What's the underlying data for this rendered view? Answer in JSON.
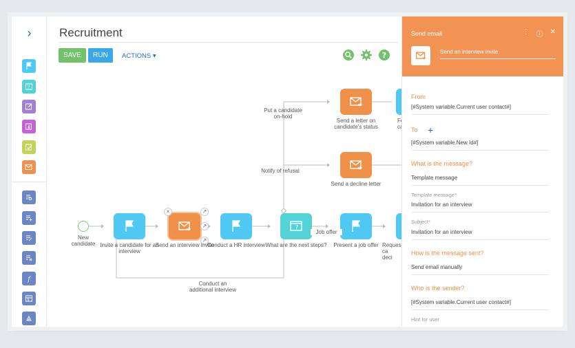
{
  "app": {
    "title": "Recruitment",
    "save_label": "SAVE",
    "run_label": "RUN",
    "actions_label": "ACTIONS",
    "actions_caret": "▾"
  },
  "toolbar": {
    "expand_glyph": "›",
    "tools": [
      {
        "name": "user-task-tool-icon",
        "color": "#4fc8f4"
      },
      {
        "name": "decision-tool-icon",
        "color": "#54d3d6"
      },
      {
        "name": "edit-page-tool-icon",
        "color": "#a77fd1"
      },
      {
        "name": "script-task-tool-icon",
        "color": "#c761d6"
      },
      {
        "name": "approval-tool-icon",
        "color": "#c2d35a"
      },
      {
        "name": "send-email-tool-icon",
        "color": "#f0914a"
      },
      {
        "name": "read-data-tool-icon",
        "color": "#6b86c4"
      },
      {
        "name": "add-data-tool-icon",
        "color": "#6b86c4"
      },
      {
        "name": "modify-data-tool-icon",
        "color": "#6b86c4"
      },
      {
        "name": "delete-data-tool-icon",
        "color": "#6b86c4"
      },
      {
        "name": "formula-tool-icon",
        "color": "#6b86c4"
      },
      {
        "name": "calculate-tool-icon",
        "color": "#6b86c4"
      },
      {
        "name": "call-subprocess-tool-icon",
        "color": "#6b86c4"
      }
    ]
  },
  "colors": {
    "user_task": "#4fc8f4",
    "send_email": "#f0914a",
    "decision": "#54d3d6",
    "start": "#7cc87a",
    "panel_header": "#f29353",
    "accent_link": "#1e6fc6"
  },
  "diagram": {
    "start_label": "New\ncandidate",
    "nodes": {
      "invite": "Invite a candidate for an interview",
      "send_invite": "Send an interview invite",
      "conduct_hr": "Conduct a HR interview",
      "next_steps": "What are the next steps?",
      "present_offer": "Present a job offer",
      "request": "Request ca\ndeci",
      "send_status": "Send a letter on candidate's status",
      "follow": "Follo\nca",
      "send_decline": "Send a decline letter"
    },
    "flows": {
      "on_hold": "Put a candidate\non-hold",
      "refusal": "Notify of refusal",
      "job_offer": "Job offer",
      "additional": "Conduct an\nadditional interview"
    },
    "node_controls": {
      "delete": "×",
      "link": "↗"
    }
  },
  "panel": {
    "title": "Send email",
    "menu_glyph": "⋮",
    "info_glyph": "ⓘ",
    "close_glyph": "✕",
    "element_name": "Send an interview invite",
    "from_label": "From",
    "from_value": "[#System variable.Current user contact#]",
    "to_label": "To",
    "to_add": "+",
    "to_value": "[#System variable.New Id#]",
    "message_section": "What is the message?",
    "message_value": "Template message",
    "template_label": "Template message",
    "template_value": "Invitation for an interview",
    "subject_label": "Subject",
    "subject_value": "Invitation for an interview",
    "required_mark": "*",
    "sent_section": "How is the message sent?",
    "sent_value": "Send email manually",
    "sender_section": "Who is the sender?",
    "sender_value": "[#System variable.Current user contact#]",
    "hint_label": "Hint for user"
  }
}
